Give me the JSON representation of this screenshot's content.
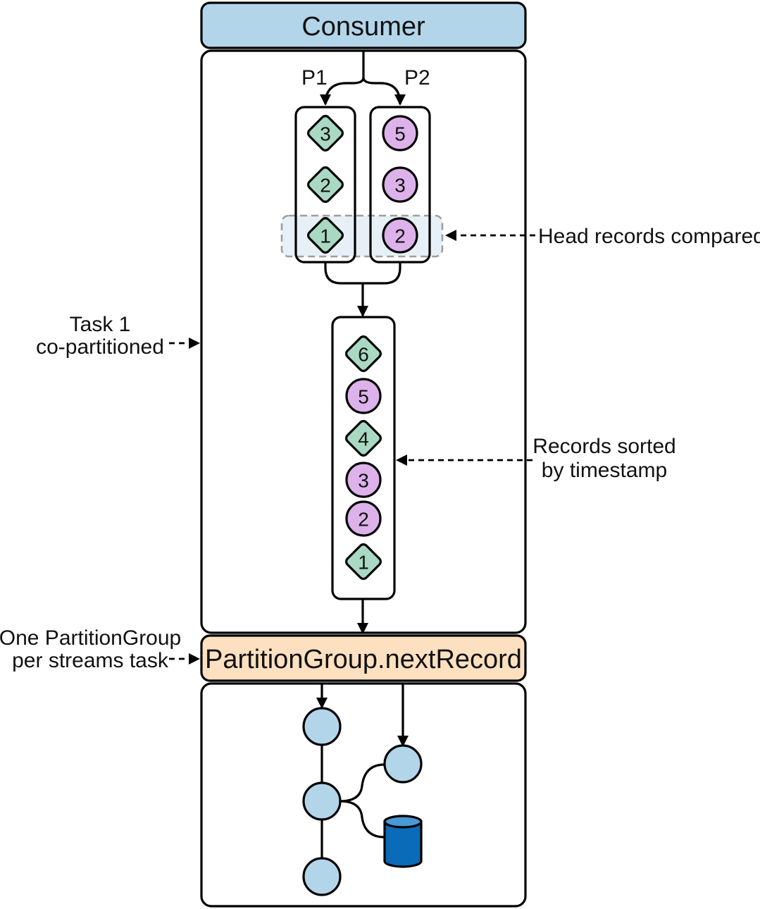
{
  "consumer_label": "Consumer",
  "partition_group_label": "PartitionGroup.nextRecord",
  "partitions": [
    {
      "label": "P1",
      "shape": "diamond",
      "records": [
        "3",
        "2",
        "1"
      ]
    },
    {
      "label": "P2",
      "shape": "circle",
      "records": [
        "5",
        "3",
        "2"
      ]
    }
  ],
  "sorted_records": [
    {
      "value": "6",
      "shape": "diamond"
    },
    {
      "value": "5",
      "shape": "circle"
    },
    {
      "value": "4",
      "shape": "diamond"
    },
    {
      "value": "3",
      "shape": "circle"
    },
    {
      "value": "2",
      "shape": "circle"
    },
    {
      "value": "1",
      "shape": "diamond"
    }
  ],
  "annotations": {
    "head_records": "Head records compared",
    "records_sorted_line1": "Records sorted",
    "records_sorted_line2": "by timestamp",
    "task_line1": "Task 1",
    "task_line2": "co-partitioned",
    "one_group_line1": "One PartitionGroup",
    "one_group_line2": "per streams task"
  },
  "colors": {
    "consumer_fill": "#b3d5ea",
    "partition_group_fill": "#fde0c0",
    "diamond_fill": "#a9d9c2",
    "circle_fill": "#ddb2ea",
    "node_fill": "#b3d5ea",
    "store_fill": "#0a6bb8",
    "store_top": "#4a98d4",
    "highlight_fill": "#e6f0f6"
  }
}
